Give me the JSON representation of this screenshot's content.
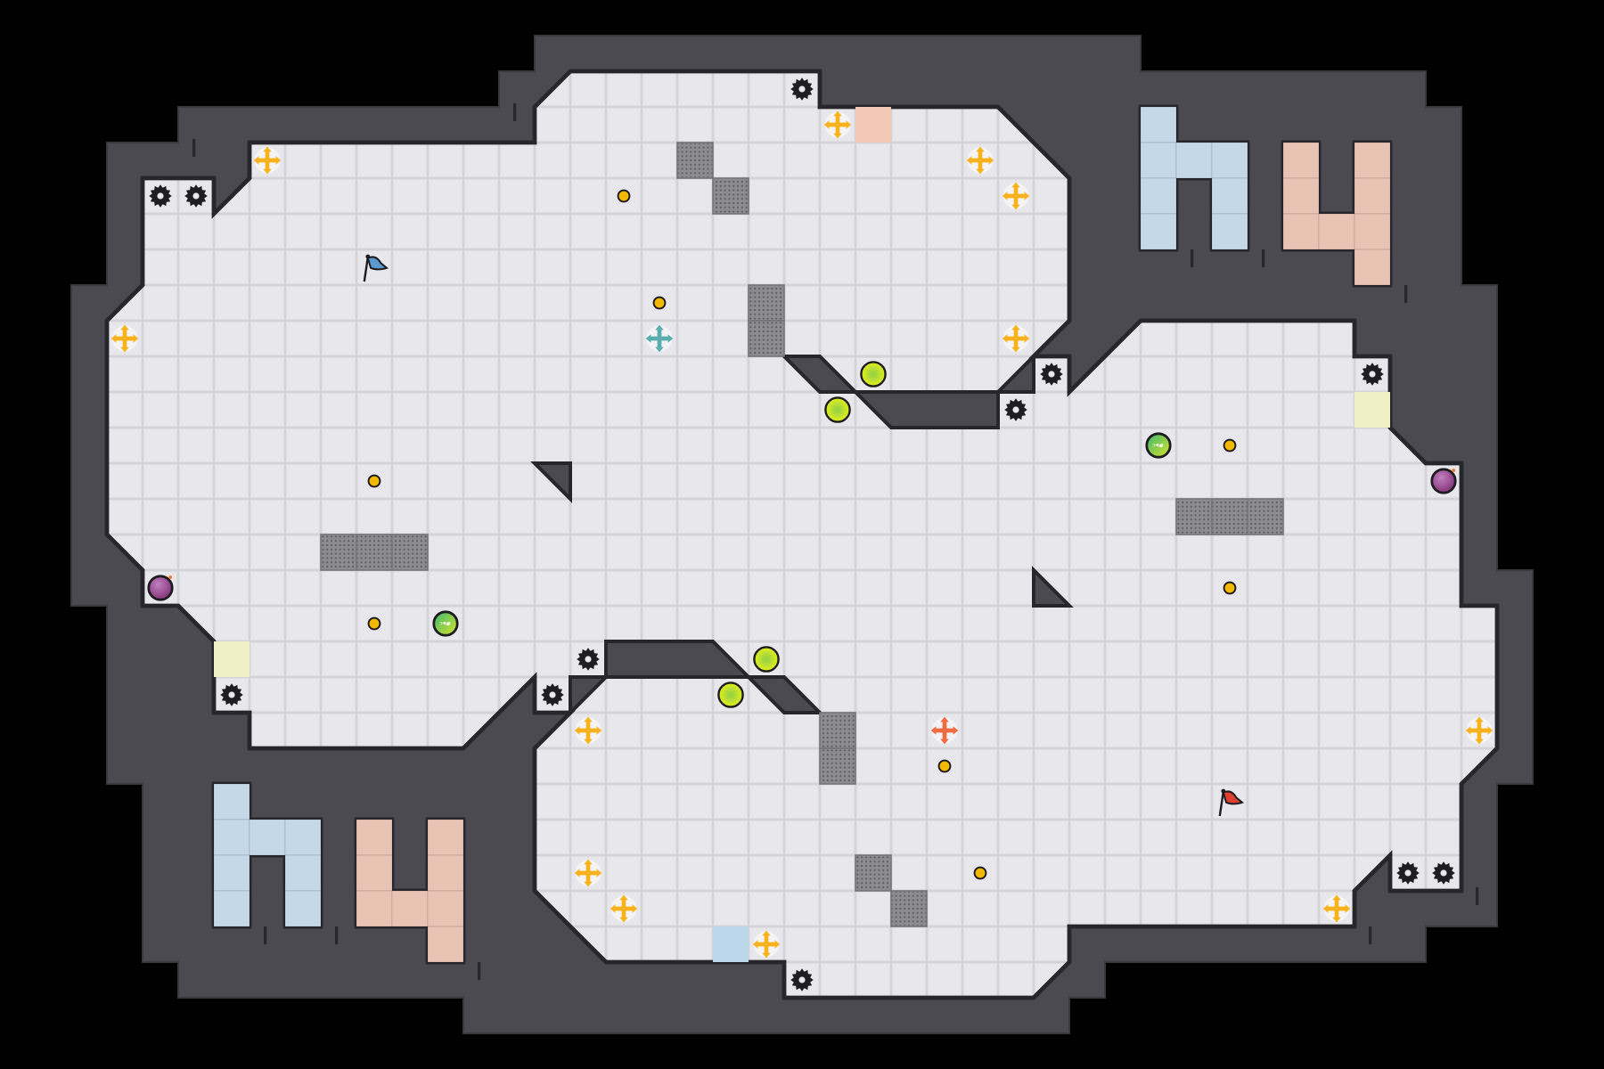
{
  "level": {
    "grid_columns": 45,
    "grid_rows": 30
  },
  "palette": {
    "background": "#000000",
    "wall": "#4b4a50",
    "wall_edge": "#27262a",
    "floor": "#e4e4e8",
    "floor_line": "#c9c9cf",
    "grate": "#8a8a8e",
    "coin": "#f5b800",
    "lime_ball": "#d8e81c",
    "green_ball": "#4cbc5c",
    "purple_ball": "#9a4aa0",
    "move_yellow": "#f7b21e",
    "move_teal": "#5aaeae",
    "move_orange": "#ee6a40",
    "flag_blue": "#5a9ad0",
    "flag_red": "#e04030",
    "tile_peach": "#f0c8b4",
    "tile_yellow": "#efeec4",
    "tile_blue": "#bcd6ea",
    "piece_blue": "#c4d8e8",
    "piece_peach": "#e8c4b4"
  },
  "entity_types": {
    "gear": "gear-icon",
    "move": "move-arrows-icon",
    "coin": "coin-icon",
    "lime_ball": "lime-ball-icon",
    "green_ball": "green-ball-icon",
    "purple_ball": "purple-ball-icon",
    "flag": "flag-icon",
    "grate": "grate-block",
    "tile": "colored-tile"
  }
}
